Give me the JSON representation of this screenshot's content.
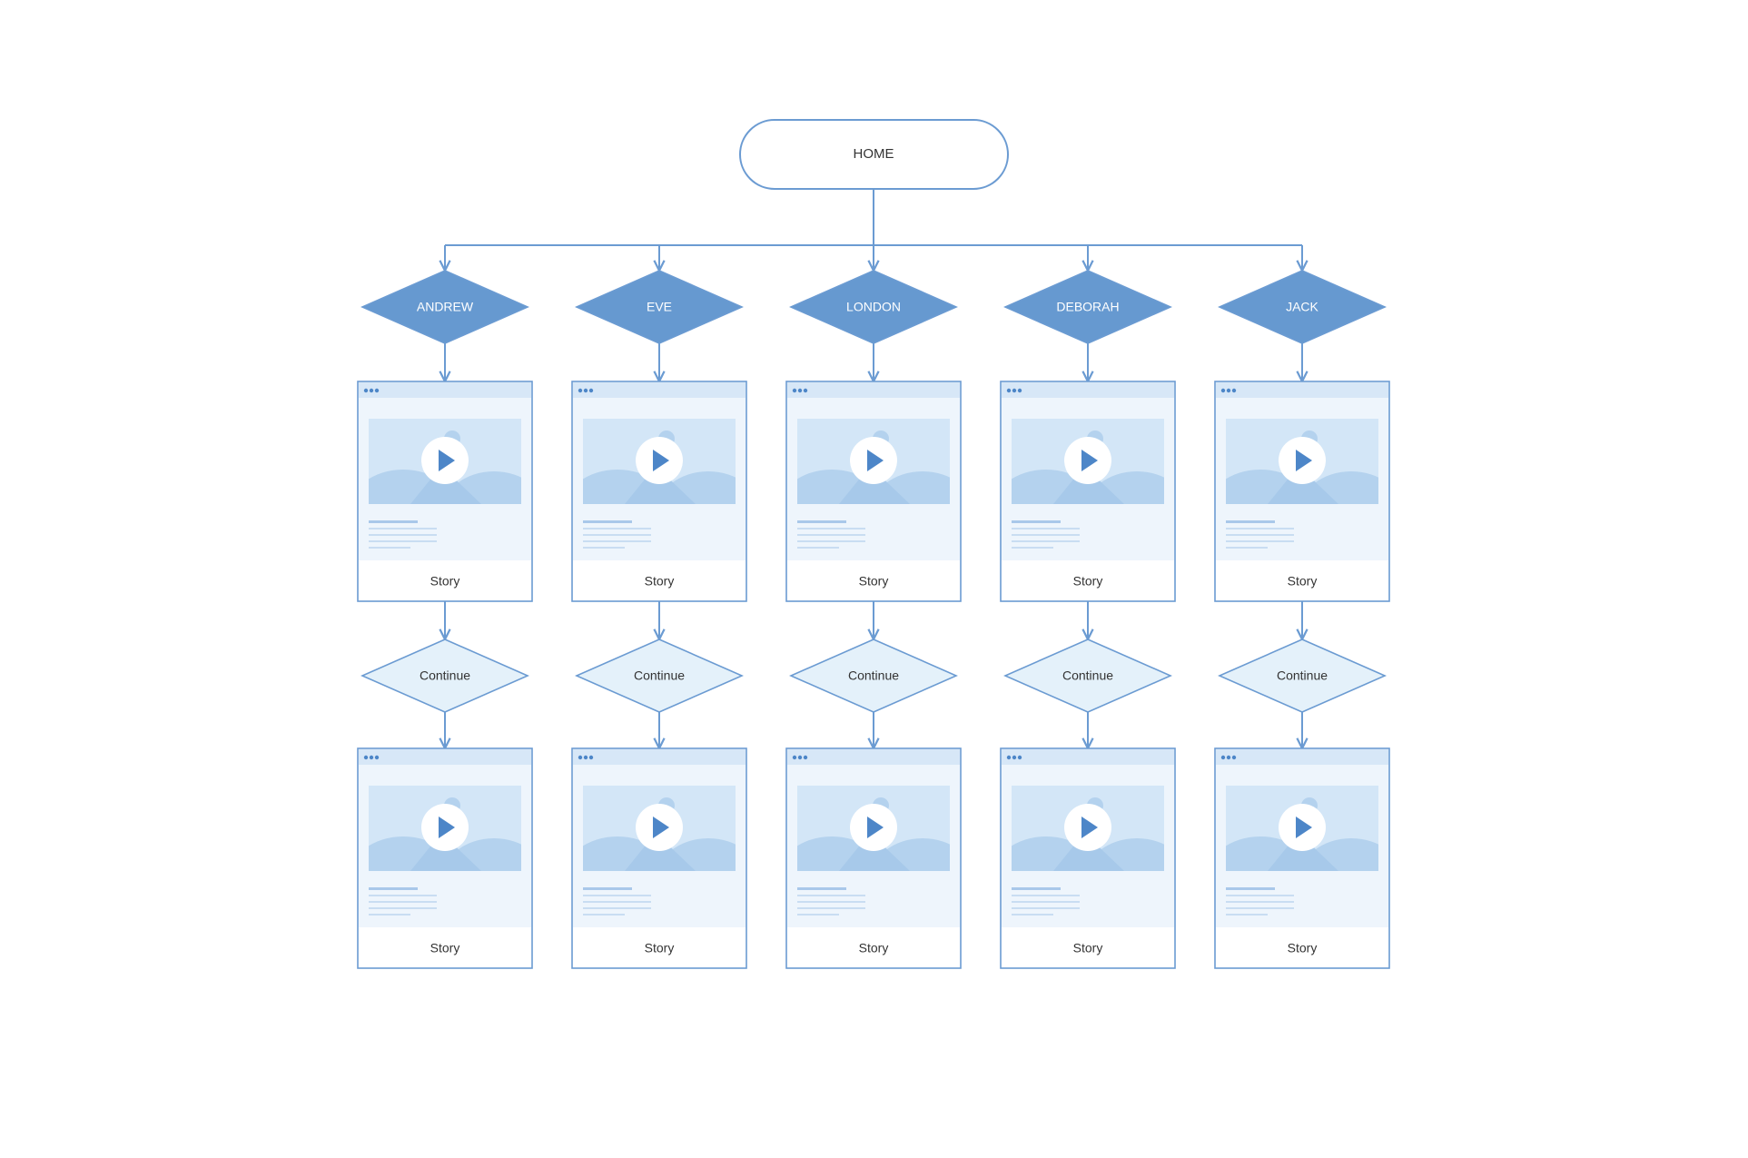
{
  "root": {
    "label": "HOME"
  },
  "columns": [
    {
      "name": "ANDREW",
      "page1_caption": "Story",
      "decision": "Continue",
      "page2_caption": "Story"
    },
    {
      "name": "EVE",
      "page1_caption": "Story",
      "decision": "Continue",
      "page2_caption": "Story"
    },
    {
      "name": "LONDON",
      "page1_caption": "Story",
      "decision": "Continue",
      "page2_caption": "Story"
    },
    {
      "name": "DEBORAH",
      "page1_caption": "Story",
      "decision": "Continue",
      "page2_caption": "Story"
    },
    {
      "name": "JACK",
      "page1_caption": "Story",
      "decision": "Continue",
      "page2_caption": "Story"
    }
  ],
  "colors": {
    "line": "#6b9bd2",
    "diamond_fill": "#6699d0",
    "diamond_text": "#ffffff",
    "light_diamond_fill": "#e4f1fa",
    "page_bg": "#eef5fc",
    "page_header": "#d7e7f7",
    "media_bg": "#d3e6f7",
    "hill": "#b4d2ee",
    "play": "#4d86c8",
    "text": "#333333"
  },
  "icons": {
    "media": "play-icon",
    "window_controls": "window-dots-icon"
  }
}
